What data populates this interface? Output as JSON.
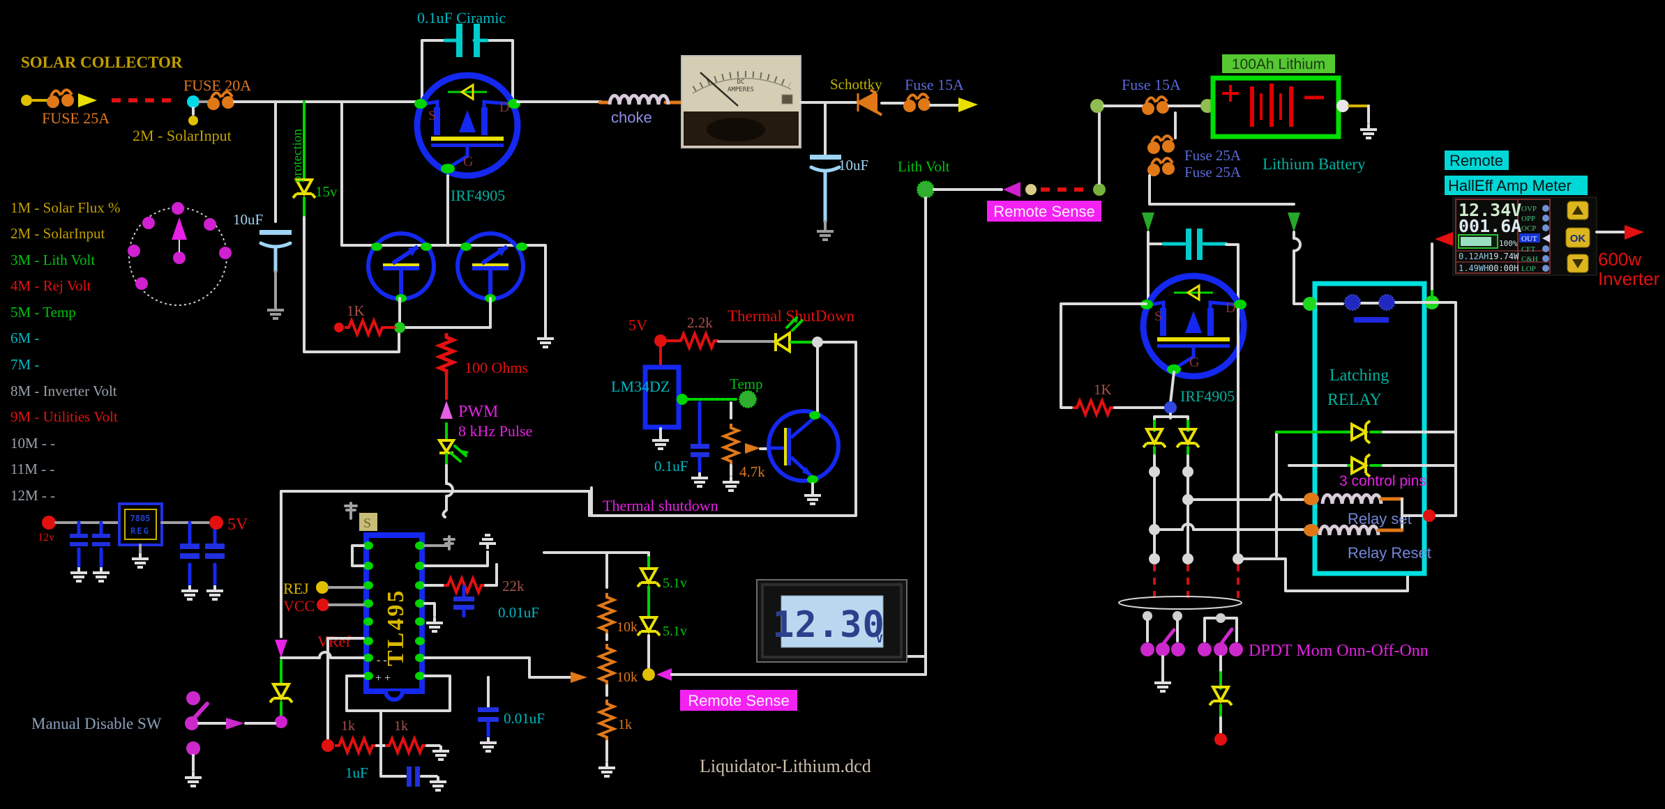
{
  "title": {
    "filename": "Liquidator-Lithium.dcd"
  },
  "solar": {
    "collector": "SOLAR COLLECTOR",
    "fuse25": "FUSE 25A",
    "fuse20": "FUSE 20A",
    "input": "2M - SolarInput"
  },
  "monitor": {
    "items": [
      {
        "label": "1M  -  Solar Flux %",
        "color": "#c2a000"
      },
      {
        "label": "2M  -  SolarInput",
        "color": "#c2a000"
      },
      {
        "label": "3M  - Lith Volt",
        "color": "#00c310"
      },
      {
        "label": "4M - Rej Volt",
        "color": "#e31010"
      },
      {
        "label": "5M  - Temp",
        "color": "#00c310"
      },
      {
        "label": "6M -",
        "color": "#00b8c4"
      },
      {
        "label": "7M -",
        "color": "#00b8c4"
      },
      {
        "label": "8M  - Inverter Volt",
        "color": "#9aa2ac"
      },
      {
        "label": "9M - Utilities Volt",
        "color": "#e31010"
      },
      {
        "label": "10M - -",
        "color": "#9aa2ac"
      },
      {
        "label": "11M - -",
        "color": "#9aa2ac"
      },
      {
        "label": "12M - -",
        "color": "#9aa2ac"
      }
    ]
  },
  "mosfet1": {
    "cap": "0.1uF Ciramic",
    "part": "IRF4905",
    "s": "S",
    "d": "D",
    "g": "G",
    "protection": "protection",
    "zener": "15v",
    "cap2": "10uF",
    "r1": "1K",
    "r2": "100 Ohms",
    "pwm": "PWM",
    "pulse": "8 kHz Pulse"
  },
  "bus": {
    "choke": "choke",
    "meter1": "DC",
    "meter2": "AMPERES",
    "schottky": "Schottky",
    "fuse15": "Fuse 15A",
    "cap": "10uF",
    "lith_volt": "Lith Volt",
    "remote_sense": "Remote Sense"
  },
  "thermal": {
    "v5": "5V",
    "r1": "2.2k",
    "title": "Thermal ShutDown",
    "ic": "LM34DZ",
    "temp": "Temp",
    "cap": "0.1uF",
    "pot": "4.7k",
    "footer": "Thermal shutdown"
  },
  "tl495": {
    "s_tag": "S",
    "rej": "REJ",
    "vcc": "VCC",
    "vref": "VRef",
    "part": "TL495",
    "minus_marks": "-   -",
    "plus_marks": "+   +",
    "r22k": "22k",
    "c1": "0.01uF",
    "r1k_a": "1k",
    "r1k_b": "1k",
    "c2": "1uF",
    "c3": "0.01uF",
    "z1": "5.1v",
    "z2": "5.1v",
    "p10k_a": "10k",
    "p10k_b": "10k",
    "r1k_c": "1k",
    "remote_sense": "Remote Sense",
    "manual_sw": "Manual Disable SW",
    "v12": "12v",
    "v5": "5V",
    "reg1": "7805",
    "reg2": "REG"
  },
  "dvm": {
    "value": "12.30",
    "unit": "V"
  },
  "battery": {
    "fuse15": "Fuse 15A",
    "tag": "100Ah Lithium",
    "fuse25a": "Fuse 25A",
    "fuse25b": "Fuse 25A",
    "name": "Lithium Battery"
  },
  "hall": {
    "remote": "Remote",
    "meter_title": "HallEff Amp Meter",
    "volts": "12.34V",
    "amps": "001.6A",
    "pct": "100%",
    "row1a": "0.12AH",
    "row1b": "19.74W",
    "row2a": "1.49WH",
    "row2b": "00:00H",
    "flags": [
      "OVP",
      "OPP",
      "OCP",
      "OUT",
      "CFT",
      "C&H",
      "LOP"
    ],
    "ok": "OK",
    "inv1": "600w",
    "inv2": "Inverter"
  },
  "mosfet2": {
    "part": "IRF4905",
    "r": "1K",
    "s": "S",
    "d": "D",
    "g": "G"
  },
  "relay": {
    "l1": "Latching",
    "l2": "RELAY",
    "pins": "3 control pins",
    "set": "Relay set",
    "reset": "Relay Reset"
  },
  "dpdt": {
    "label": "DPDT Mom Onn-Off-Onn"
  }
}
